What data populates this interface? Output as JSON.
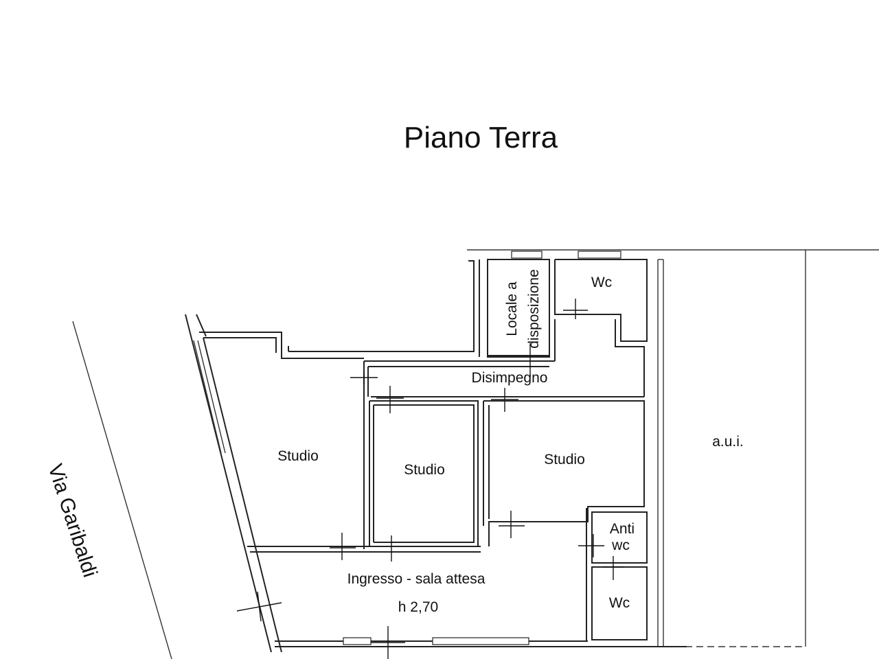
{
  "plan": {
    "title": "Piano Terra",
    "street": "Via Garibaldi",
    "rooms": {
      "locale": "Locale a disposizione",
      "locale_line1": "Locale a",
      "locale_line2": "disposizione",
      "wc_top": "Wc",
      "disimpegno": "Disimpegno",
      "studio_left": "Studio",
      "studio_center": "Studio",
      "studio_right": "Studio",
      "aui": "a.u.i.",
      "anti_wc_line1": "Anti",
      "anti_wc_line2": "wc",
      "ingresso": "Ingresso - sala attesa",
      "height": "h 2,70",
      "wc_bottom": "Wc"
    }
  }
}
